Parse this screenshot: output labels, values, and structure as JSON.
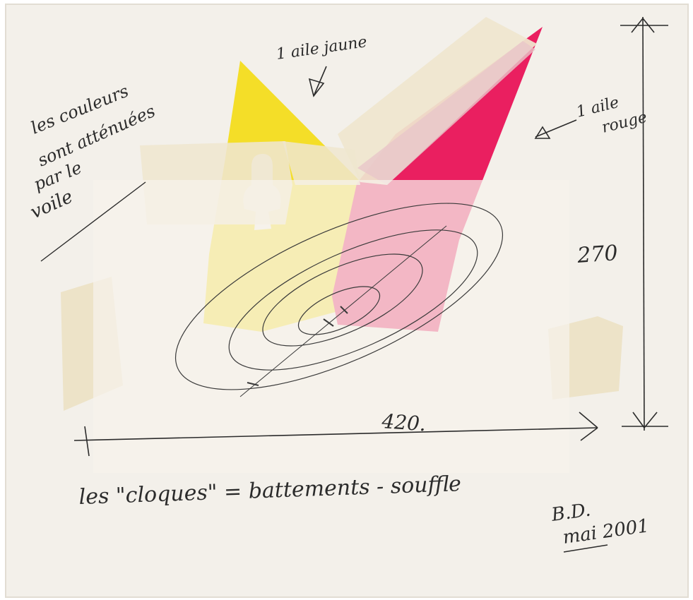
{
  "annotations": {
    "yellow_wing": "1 aile jaune",
    "red_wing_line1": "1 aile",
    "red_wing_line2": "rouge",
    "note_line1": "les couleurs",
    "note_line2": "sont atténuées",
    "note_line3": "par le",
    "note_line4": "voile",
    "height_dim": "270",
    "width_dim": "420.",
    "caption": "les \"cloques\" = battements - souffle",
    "initials": "B.D.",
    "date": "mai 2001"
  },
  "colors": {
    "paper": "#f3f0ea",
    "yellow": "#f4de28",
    "red": "#ea1f60",
    "tape": "#efe6cf",
    "veil": "#f6f2ec",
    "ink": "#2b2b2b"
  }
}
